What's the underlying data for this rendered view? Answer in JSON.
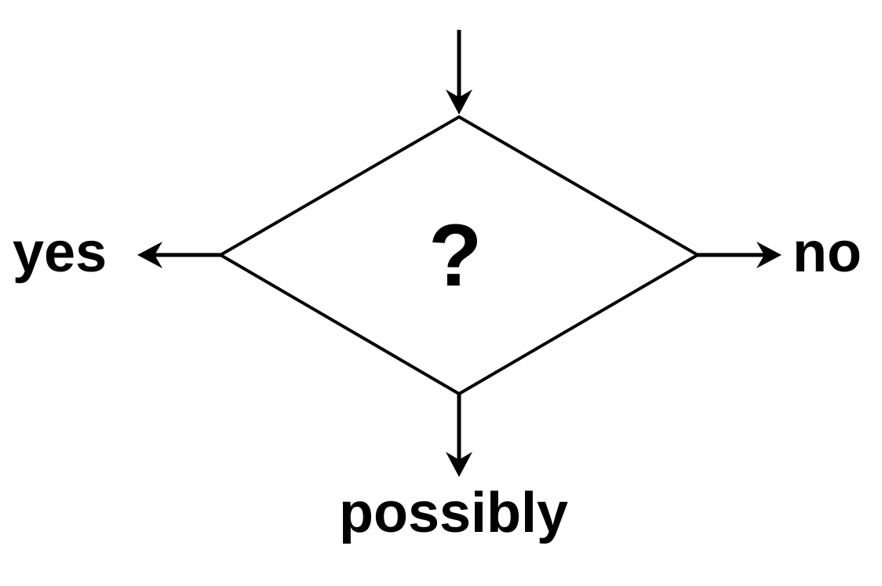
{
  "diagram": {
    "decision_symbol": "?",
    "outcomes": {
      "left": "yes",
      "right": "no",
      "bottom": "possibly"
    },
    "colors": {
      "stroke": "#000000",
      "background": "#ffffff",
      "text": "#000000"
    },
    "icons": {
      "entry_arrow": "arrow-down-icon",
      "left_arrow": "arrow-left-icon",
      "right_arrow": "arrow-right-icon",
      "bottom_arrow": "arrow-down-icon"
    }
  }
}
